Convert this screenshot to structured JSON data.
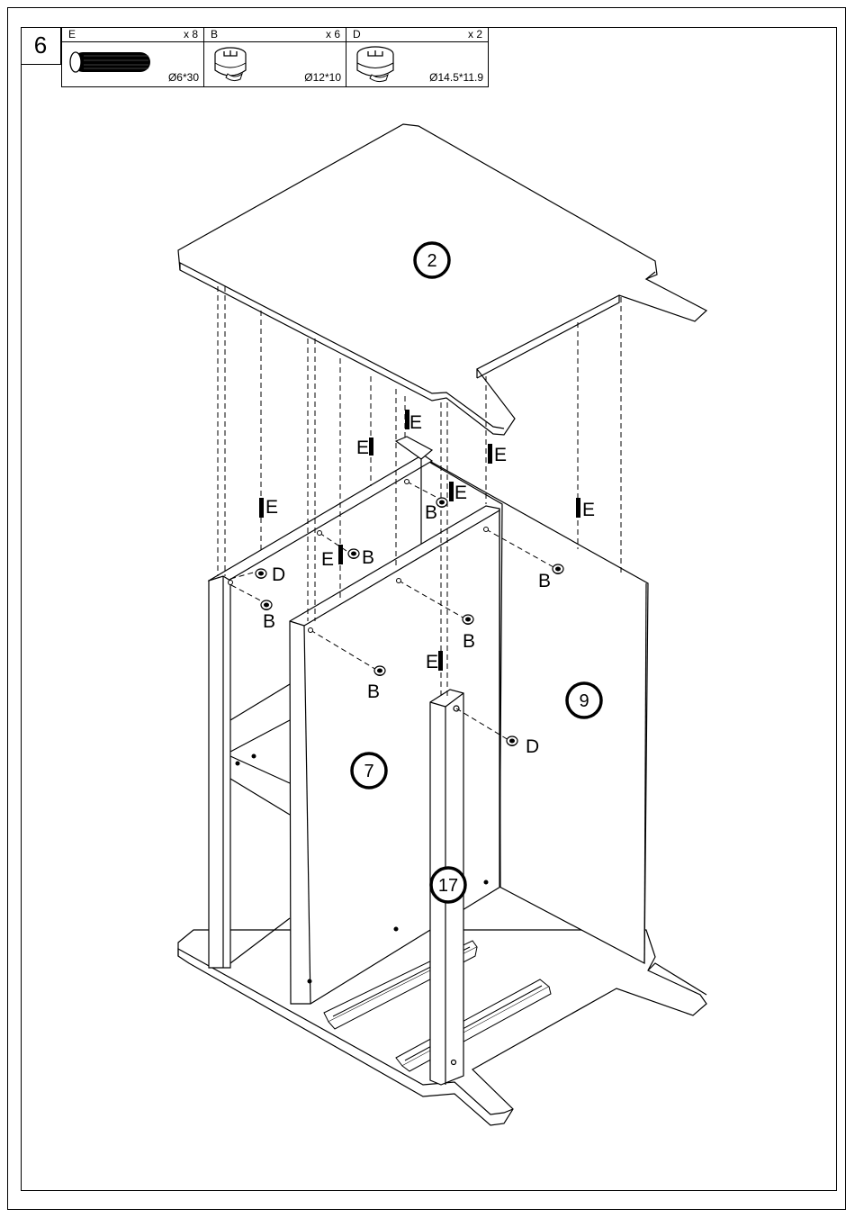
{
  "step": {
    "number": "6"
  },
  "parts": [
    {
      "letter": "E",
      "quantity": "x 8",
      "size": "Ø6*30",
      "icon": "wooden-dowel-icon"
    },
    {
      "letter": "B",
      "quantity": "x 6",
      "size": "Ø12*10",
      "icon": "cam-lock-small-icon"
    },
    {
      "letter": "D",
      "quantity": "x 2",
      "size": "Ø14.5*11.9",
      "icon": "cam-lock-large-icon"
    }
  ],
  "panels": {
    "top": "2",
    "left_side": "7",
    "right_side": "9",
    "front_post": "17"
  },
  "callouts": {
    "dowel": "E",
    "cam_small": "B",
    "cam_large": "D"
  }
}
